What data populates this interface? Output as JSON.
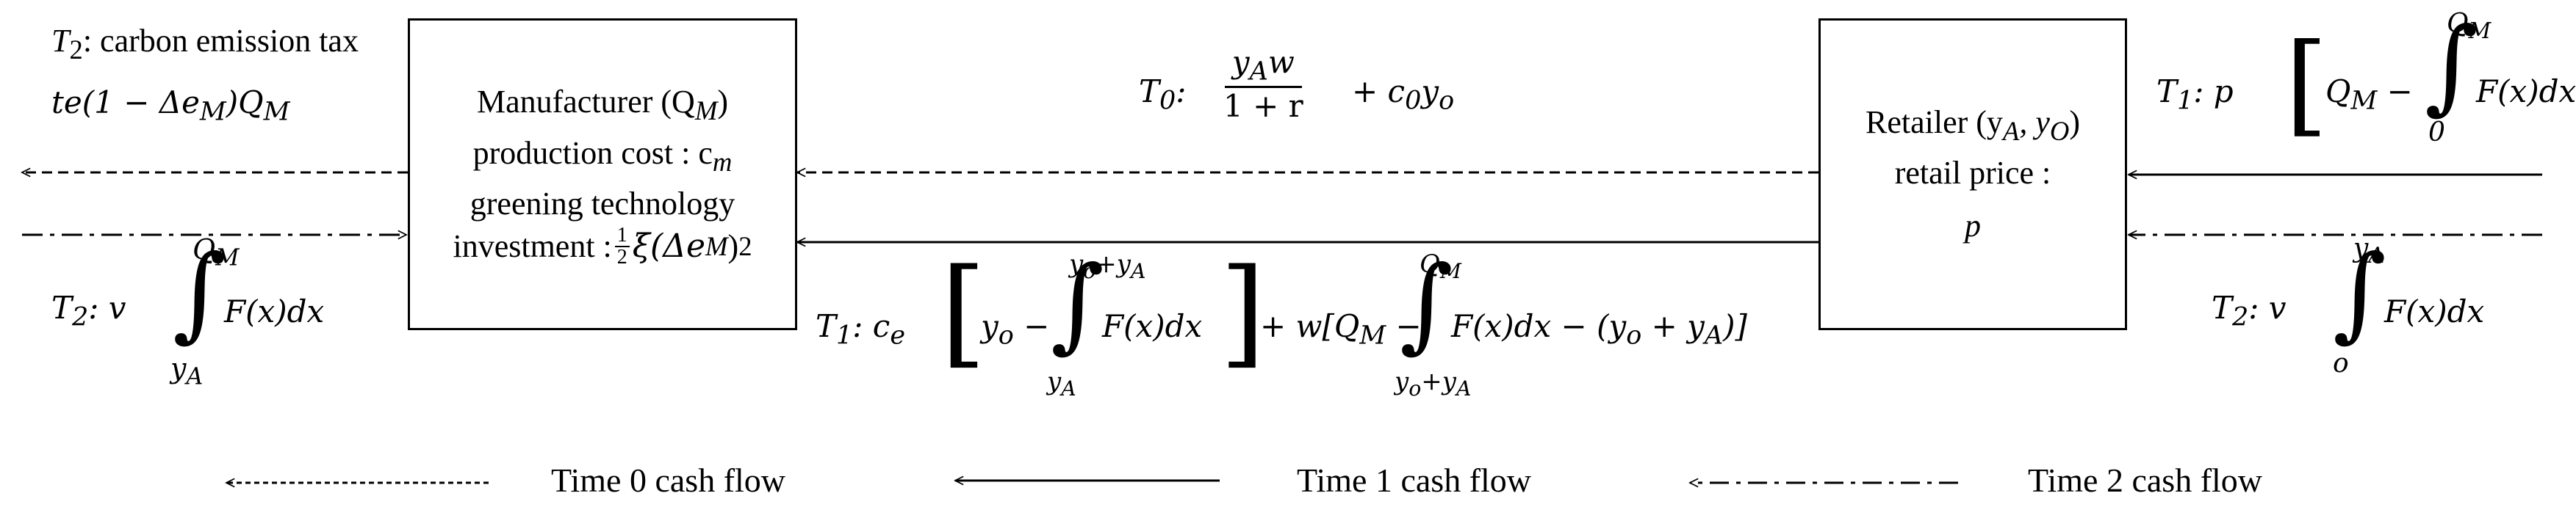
{
  "manufacturer_box": {
    "line1": "Manufacturer (Q",
    "line1_sub": "M",
    "line1_end": ")",
    "line2": "production cost : c",
    "line2_sub": "m",
    "line3": "greening technology",
    "line4_a": "investment : ",
    "line4_frac_num": "1",
    "line4_frac_den": "2",
    "line4_b": "ξ(Δe",
    "line4_sub": "M",
    "line4_c": ")",
    "line4_sup": "2"
  },
  "retailer_box": {
    "line1": "Retailer (y",
    "line1_sub_a": "A",
    "line1_mid": ", y",
    "line1_sub_o": "O",
    "line1_end": ")",
    "line2": "retail price :",
    "line3": "p"
  },
  "tax_label": {
    "line1_t": "T",
    "line1_sub": "2",
    "line1_text": ": carbon emission tax",
    "line2": "te(1 − Δe",
    "line2_sub": "M",
    "line2_end": ")Q",
    "line2_sub2": "M"
  },
  "labels": {
    "t2_left": "T₂: v ∫ F(x)dx",
    "t2_left_upper": "Q",
    "t2_left_upper_sub": "M",
    "t2_left_lower": "y",
    "t2_left_lower_sub": "A",
    "t0_prefix": "T",
    "t0_sub": "0",
    "t0_num": "y",
    "t0_num_sub": "A",
    "t0_num_w": "w",
    "t0_den": "1 + r",
    "t0_tail": "+ c",
    "t0_tail_sub": "0",
    "t0_tail_end": "y",
    "t0_tail_end_sub": "o",
    "t1_right": "T₁: p [Q_M − ∫ F(x)dx",
    "t1_right_upper": "Q",
    "t1_right_upper_sub": "M",
    "t1_right_lower": "0",
    "t2_right_upper": "y",
    "t2_right_upper_sub": "A",
    "t2_right_lower": "o",
    "t1_mid_upper_1": "y",
    "t1_mid_upper_1_sub": "o",
    "t1_mid_upper_1_b": "+y",
    "t1_mid_upper_1_sub2": "A",
    "t1_mid_lower_1": "y",
    "t1_mid_lower_1_sub": "A",
    "t1_mid_upper_2": "Q",
    "t1_mid_upper_2_sub": "M",
    "t1_mid_lower_2": "y",
    "t1_mid_lower_2_sub": "o",
    "t1_mid_lower_2_b": "+y",
    "t1_mid_lower_2_sub2": "A"
  },
  "legend": {
    "time0": "Time 0 cash flow",
    "time1": "Time 1 cash flow",
    "time2": "Time 2 cash flow"
  }
}
